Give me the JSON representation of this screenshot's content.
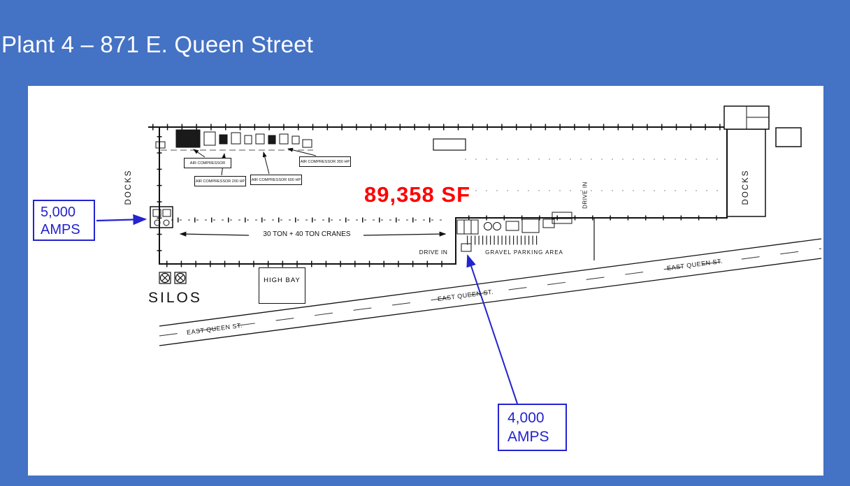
{
  "slide_title": "Plant 4 – 871 E. Queen Street",
  "plan": {
    "area_sf": "89,358 SF",
    "docks_left": "DOCKS",
    "docks_right": "DOCKS",
    "cranes_note": "30 TON + 40 TON CRANES",
    "drive_in_door": "DRIVE IN",
    "drive_in_side": "DRIVE IN",
    "gravel_parking": "GRAVEL PARKING AREA",
    "high_bay": "HIGH BAY",
    "silos": "SILOS",
    "streets": [
      "EAST QUEEN ST.",
      "EAST QUEEN ST.",
      "EAST QUEEN ST."
    ],
    "compressors": [
      {
        "label": "AIR COMPRESSOR"
      },
      {
        "label": "AIR COMPRESSOR 200 HP"
      },
      {
        "label": "AIR COMPRESSOR 600 HP"
      },
      {
        "label": "AIR COMPRESSOR 350 HP"
      }
    ]
  },
  "callouts": {
    "left": {
      "line1": "5,000",
      "line2": "AMPS"
    },
    "bottom": {
      "line1": "4,000",
      "line2": "AMPS"
    }
  },
  "colors": {
    "slide_background": "#4472C4",
    "paper": "#FFFFFF",
    "area_text": "#FF0000",
    "callout_blue": "#2323CF",
    "drawing_ink": "#111111"
  }
}
